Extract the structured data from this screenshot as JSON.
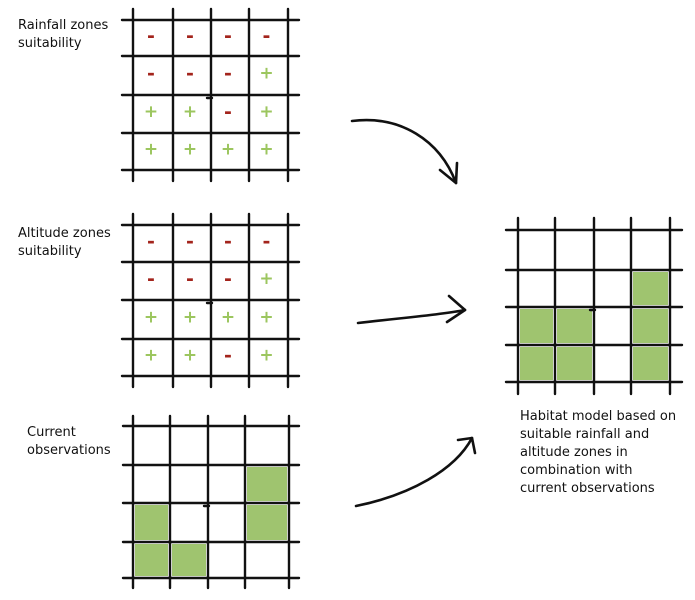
{
  "colors": {
    "minus": "#a3241c",
    "plus": "#9cc65f",
    "fill": "#9fc46f",
    "line": "#111111"
  },
  "labels": {
    "rainfall": "Rainfall zones\nsuitability",
    "altitude": "Altitude zones\nsuitability",
    "observations": "Current\nobservations",
    "habitat": "Habitat model based on\nsuitable rainfall and\naltitude zones in\ncombination with\ncurrent observations"
  },
  "grids": {
    "rainfall": {
      "signs": [
        [
          "-",
          "-",
          "-",
          "-"
        ],
        [
          "-",
          "-",
          "-",
          "+"
        ],
        [
          "+",
          "+",
          "-",
          "+"
        ],
        [
          "+",
          "+",
          "+",
          "+"
        ]
      ]
    },
    "altitude": {
      "signs": [
        [
          "-",
          "-",
          "-",
          "-"
        ],
        [
          "-",
          "-",
          "-",
          "+"
        ],
        [
          "+",
          "+",
          "+",
          "+"
        ],
        [
          "+",
          "+",
          "-",
          "+"
        ]
      ]
    },
    "observations": {
      "filled": [
        [
          0,
          0,
          0,
          0
        ],
        [
          0,
          0,
          0,
          1
        ],
        [
          1,
          0,
          0,
          1
        ],
        [
          1,
          1,
          0,
          0
        ]
      ]
    },
    "habitat": {
      "filled": [
        [
          0,
          0,
          0,
          0
        ],
        [
          0,
          0,
          0,
          1
        ],
        [
          1,
          1,
          0,
          1
        ],
        [
          1,
          1,
          0,
          1
        ]
      ]
    }
  }
}
